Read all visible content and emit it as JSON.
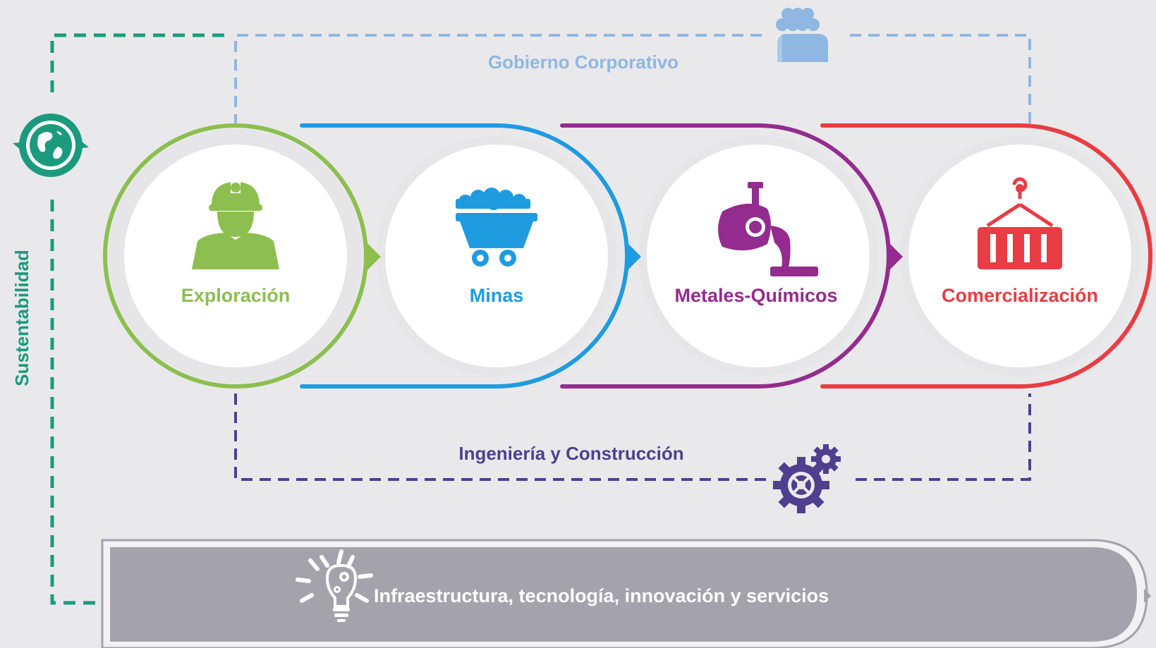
{
  "governance": {
    "label": "Gobierno Corporativo"
  },
  "sustainability": {
    "label": "Sustentabilidad"
  },
  "engineering": {
    "label": "Ingeniería y Construcción"
  },
  "infrastructure": {
    "label": "Infraestructura, tecnología, innovación y servicios"
  },
  "stages": [
    {
      "label": "Exploración",
      "icon": "miner-icon",
      "color": "#8cbf4f"
    },
    {
      "label": "Minas",
      "icon": "mine-cart-icon",
      "color": "#1f9be0"
    },
    {
      "label": "Metales-Químicos",
      "icon": "smelting-ladle-icon",
      "color": "#932c8e"
    },
    {
      "label": "Comercialización",
      "icon": "shipping-container-icon",
      "color": "#e83d44"
    }
  ],
  "colors": {
    "background": "#e9e9eb",
    "governance": "#8fb7e2",
    "sustainability": "#1c9a7d",
    "engineering": "#4e3f8f",
    "infrastructure_bar": "#a4a3ac",
    "circle_fill": "#ffffff"
  }
}
